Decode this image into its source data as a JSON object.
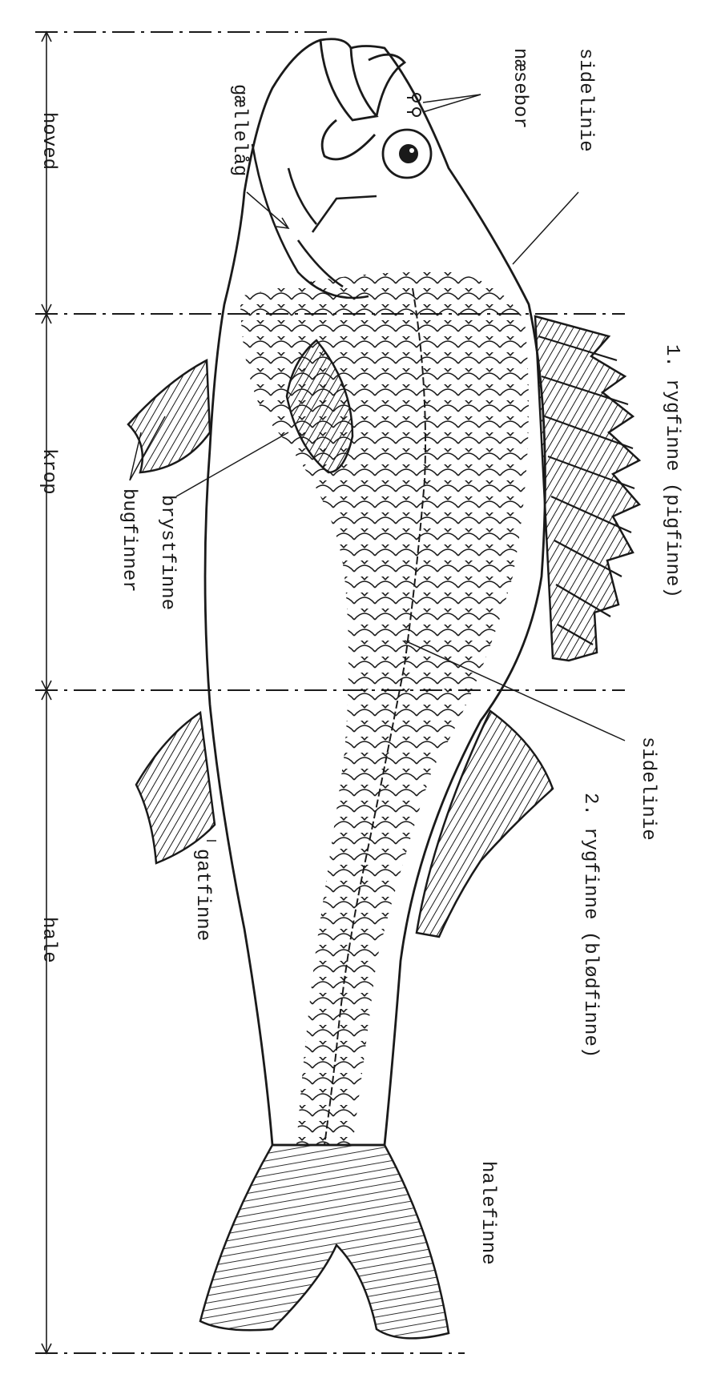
{
  "labels": {
    "hoved": "hoved",
    "krop": "krop",
    "hale": "hale",
    "gaellelaag": "gællelåg",
    "naesebor": "næsebor",
    "sidelinie_top": "sidelinie",
    "rygfinne1": "1. rygfinne (pigfinne)",
    "brystfinne": "brystfinne",
    "bugfinner": "bugfinner",
    "sidelinie_mid": "sidelinie",
    "rygfinne2": "2. rygfinne (blødfinne)",
    "gatfinne": "gatfinne",
    "halefinne": "halefinne"
  },
  "icons": {
    "fish": "fish-anatomy-drawing"
  },
  "colors": {
    "ink": "#1a1a1a",
    "paper": "#ffffff"
  }
}
